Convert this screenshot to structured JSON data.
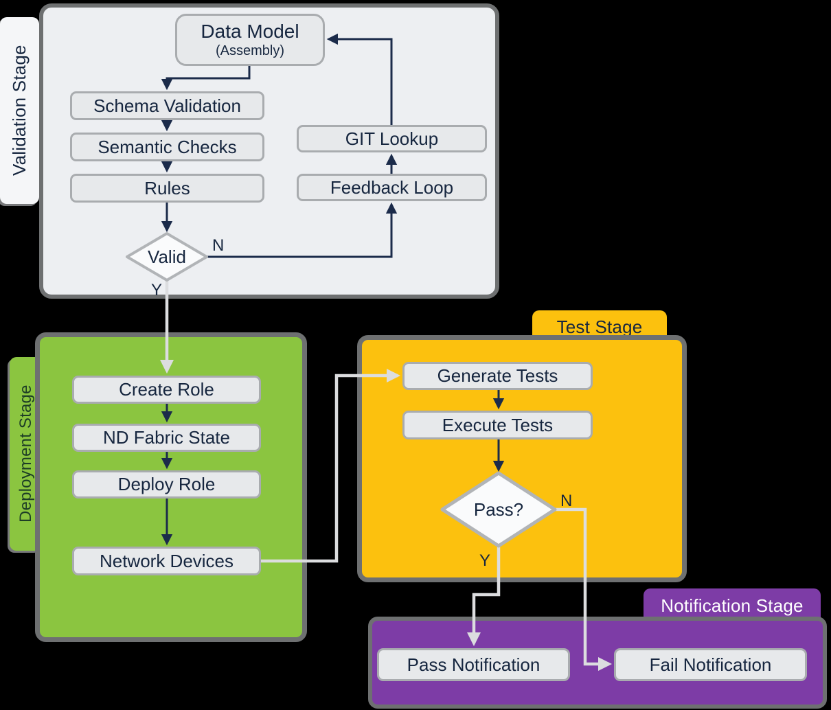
{
  "colors": {
    "validation_fill": "#edeff2",
    "validation_tab_fill": "#f5f6f8",
    "deployment_green": "#8bc540",
    "test_yellow": "#fcc10e",
    "notification_purple": "#7d3ca6",
    "panel_border": "#6e7071",
    "node_fill": "#e7e9eb",
    "node_border": "#a9acaf",
    "diamond_fill": "#fafbfc",
    "diamond_border": "#b1b4b7",
    "text_navy": "#16263f",
    "deployment_tab_text": "#1d3d26",
    "tab_text_light": "#ffffff",
    "connector_navy": "#1b2b4a",
    "connector_gray": "#dcdddf"
  },
  "stages": {
    "validation": {
      "label": "Validation Stage",
      "nodes": {
        "data_model": {
          "title": "Data Model",
          "subtitle": "(Assembly)"
        },
        "schema": "Schema Validation",
        "semantic": "Semantic Checks",
        "rules": "Rules",
        "valid": "Valid",
        "git_lookup": "GIT Lookup",
        "feedback_loop": "Feedback Loop"
      },
      "branch": {
        "n": "N",
        "y": "Y"
      }
    },
    "deployment": {
      "label": "Deployment Stage",
      "nodes": {
        "create_role": "Create Role",
        "nd_fabric_state": "ND Fabric State",
        "deploy_role": "Deploy Role",
        "network_devices": "Network Devices"
      }
    },
    "test": {
      "label": "Test Stage",
      "nodes": {
        "generate_tests": "Generate Tests",
        "execute_tests": "Execute Tests",
        "pass": "Pass?"
      },
      "branch": {
        "n": "N",
        "y": "Y"
      }
    },
    "notification": {
      "label": "Notification Stage",
      "nodes": {
        "pass_notification": "Pass Notification",
        "fail_notification": "Fail Notification"
      }
    }
  }
}
